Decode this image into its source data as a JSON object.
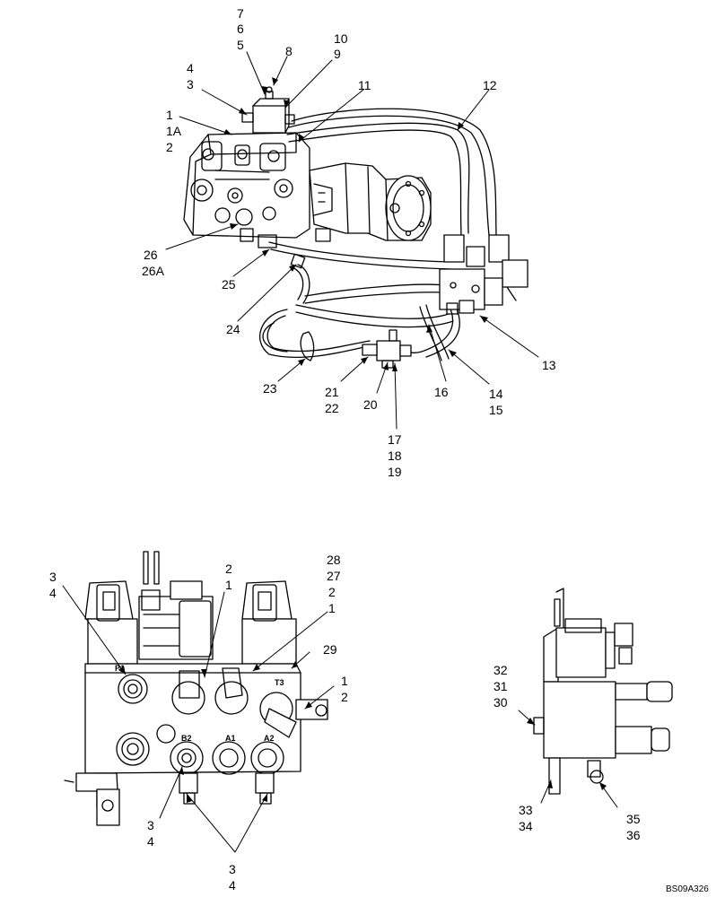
{
  "figure_id": "BS09A326",
  "line_color": "#000000",
  "background": "#ffffff",
  "callouts": [
    {
      "id": "c7",
      "text": "7"
    },
    {
      "id": "c6",
      "text": "6"
    },
    {
      "id": "c5",
      "text": "5"
    },
    {
      "id": "c8",
      "text": "8"
    },
    {
      "id": "c10",
      "text": "10"
    },
    {
      "id": "c9",
      "text": "9"
    },
    {
      "id": "c4a",
      "text": "4"
    },
    {
      "id": "c3a",
      "text": "3"
    },
    {
      "id": "c11",
      "text": "11"
    },
    {
      "id": "c12",
      "text": "12"
    },
    {
      "id": "c1a",
      "text": "1"
    },
    {
      "id": "c1A",
      "text": "1A"
    },
    {
      "id": "c2a",
      "text": "2"
    },
    {
      "id": "c26",
      "text": "26"
    },
    {
      "id": "c26A",
      "text": "26A"
    },
    {
      "id": "c25",
      "text": "25"
    },
    {
      "id": "c24",
      "text": "24"
    },
    {
      "id": "c13",
      "text": "13"
    },
    {
      "id": "c23",
      "text": "23"
    },
    {
      "id": "c21",
      "text": "21"
    },
    {
      "id": "c22",
      "text": "22"
    },
    {
      "id": "c20",
      "text": "20"
    },
    {
      "id": "c16",
      "text": "16"
    },
    {
      "id": "c14",
      "text": "14"
    },
    {
      "id": "c15",
      "text": "15"
    },
    {
      "id": "c17",
      "text": "17"
    },
    {
      "id": "c18",
      "text": "18"
    },
    {
      "id": "c19",
      "text": "19"
    },
    {
      "id": "c3b",
      "text": "3"
    },
    {
      "id": "c4b",
      "text": "4"
    },
    {
      "id": "c2b",
      "text": "2"
    },
    {
      "id": "c1b",
      "text": "1"
    },
    {
      "id": "c28",
      "text": "28"
    },
    {
      "id": "c27",
      "text": "27"
    },
    {
      "id": "c2c",
      "text": "2"
    },
    {
      "id": "c1c",
      "text": "1"
    },
    {
      "id": "c29",
      "text": "29"
    },
    {
      "id": "c1d",
      "text": "1"
    },
    {
      "id": "c2d",
      "text": "2"
    },
    {
      "id": "c3c",
      "text": "3"
    },
    {
      "id": "c4c",
      "text": "4"
    },
    {
      "id": "c3d",
      "text": "3"
    },
    {
      "id": "c4d",
      "text": "4"
    },
    {
      "id": "c32",
      "text": "32"
    },
    {
      "id": "c31",
      "text": "31"
    },
    {
      "id": "c30",
      "text": "30"
    },
    {
      "id": "c33",
      "text": "33"
    },
    {
      "id": "c34",
      "text": "34"
    },
    {
      "id": "c35",
      "text": "35"
    },
    {
      "id": "c36",
      "text": "36"
    }
  ],
  "port_labels": {
    "p1": "P1",
    "t3": "T3",
    "b2": "B2",
    "a1": "A1",
    "a2": "A2"
  }
}
